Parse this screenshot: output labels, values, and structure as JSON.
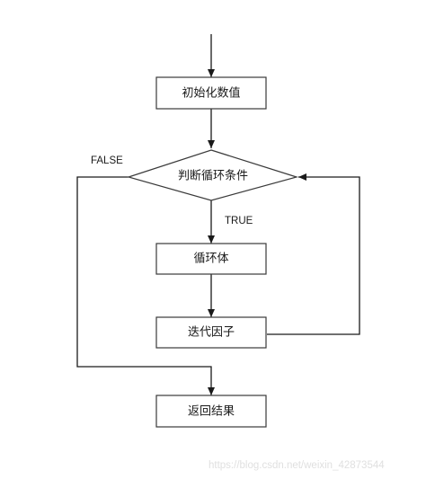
{
  "nodes": {
    "init": "初始化数值",
    "condition": "判断循环条件",
    "body": "循环体",
    "iterate": "迭代因子",
    "result": "返回结果"
  },
  "edges": {
    "false_label": "FALSE",
    "true_label": "TRUE"
  },
  "watermark": "https://blog.csdn.net/weixin_42873544",
  "colors": {
    "stroke": "#3a3a3a",
    "text": "#1a1a1a",
    "watermark": "#e0e0e0"
  }
}
